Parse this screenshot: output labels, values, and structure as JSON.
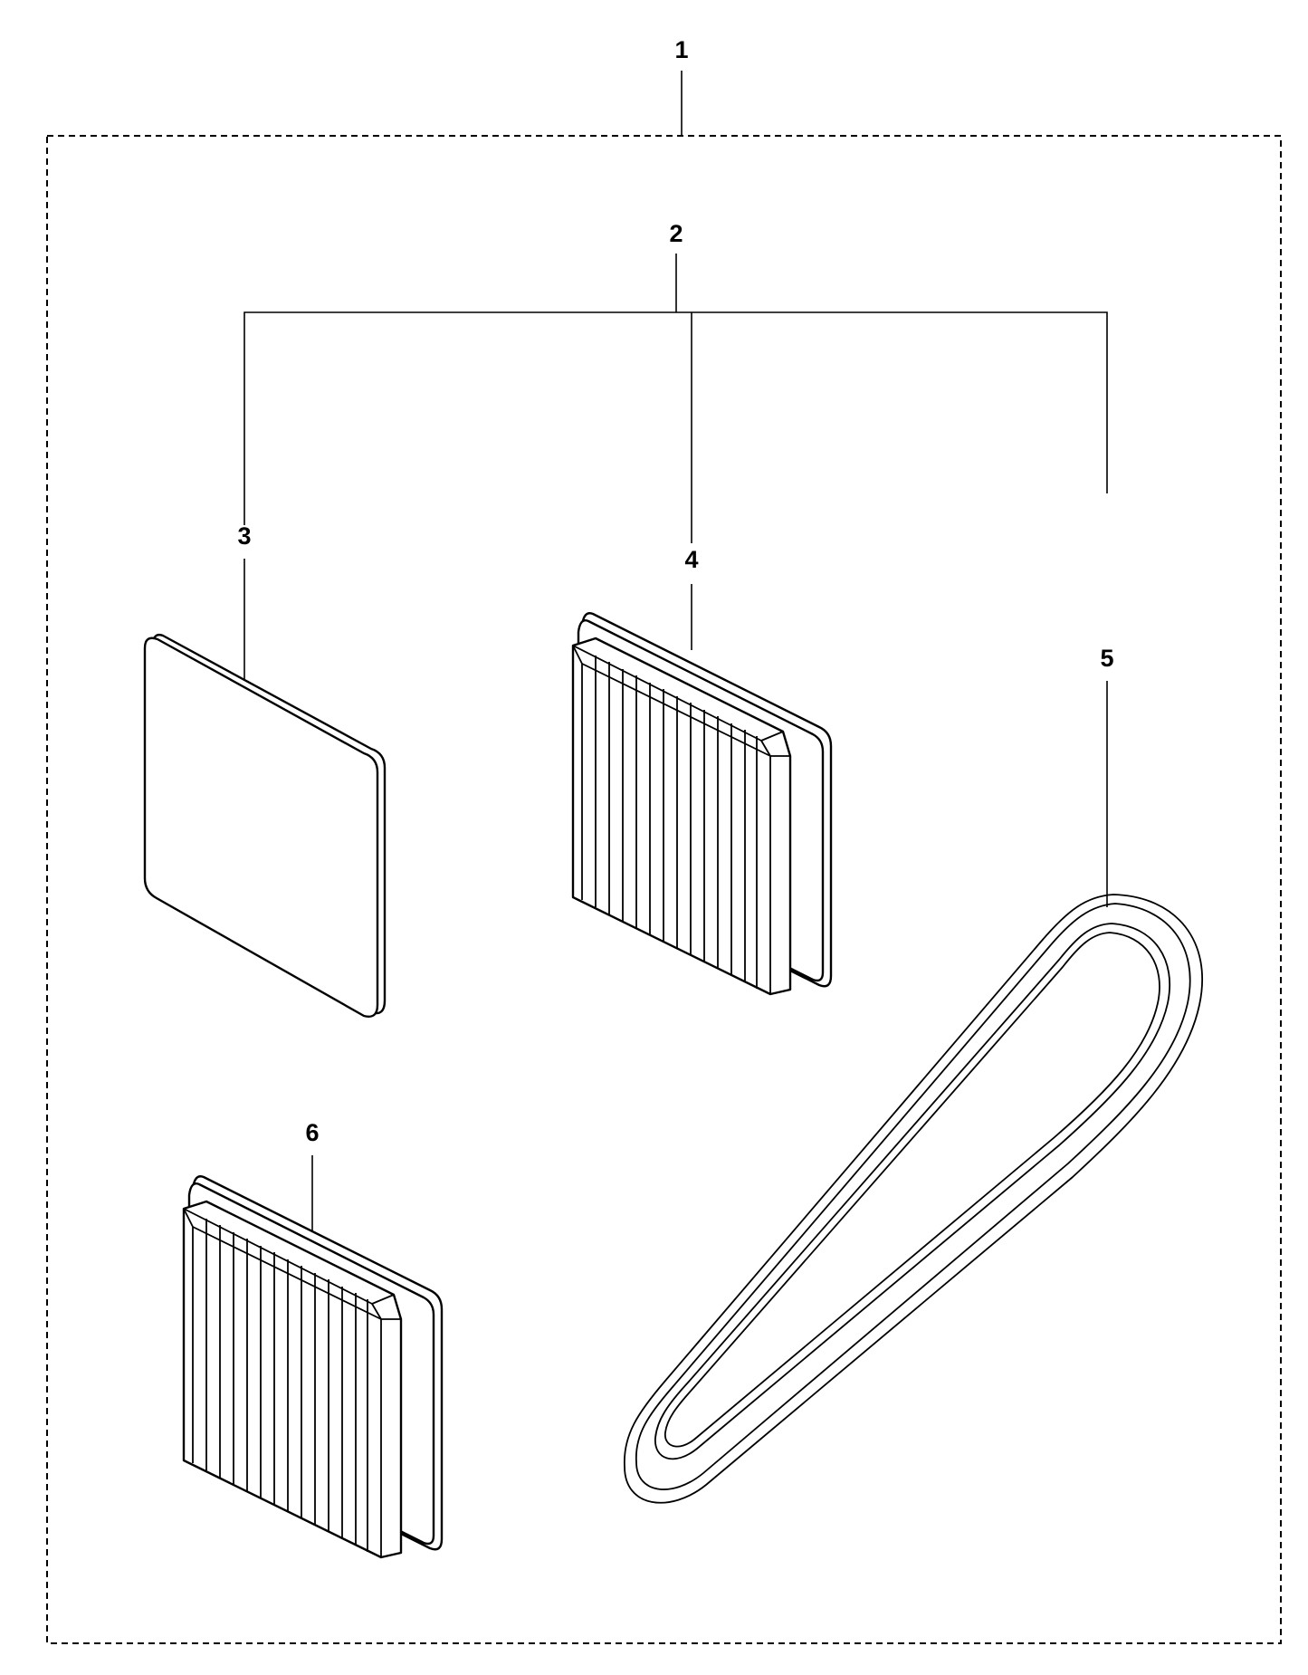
{
  "callouts": {
    "kit": "1",
    "sub_kit": "2",
    "pre_filter": "3",
    "air_filter": "4",
    "drive_belt": "5",
    "air_filter_2": "6"
  },
  "colors": {
    "line": "#000000",
    "background": "#ffffff"
  }
}
